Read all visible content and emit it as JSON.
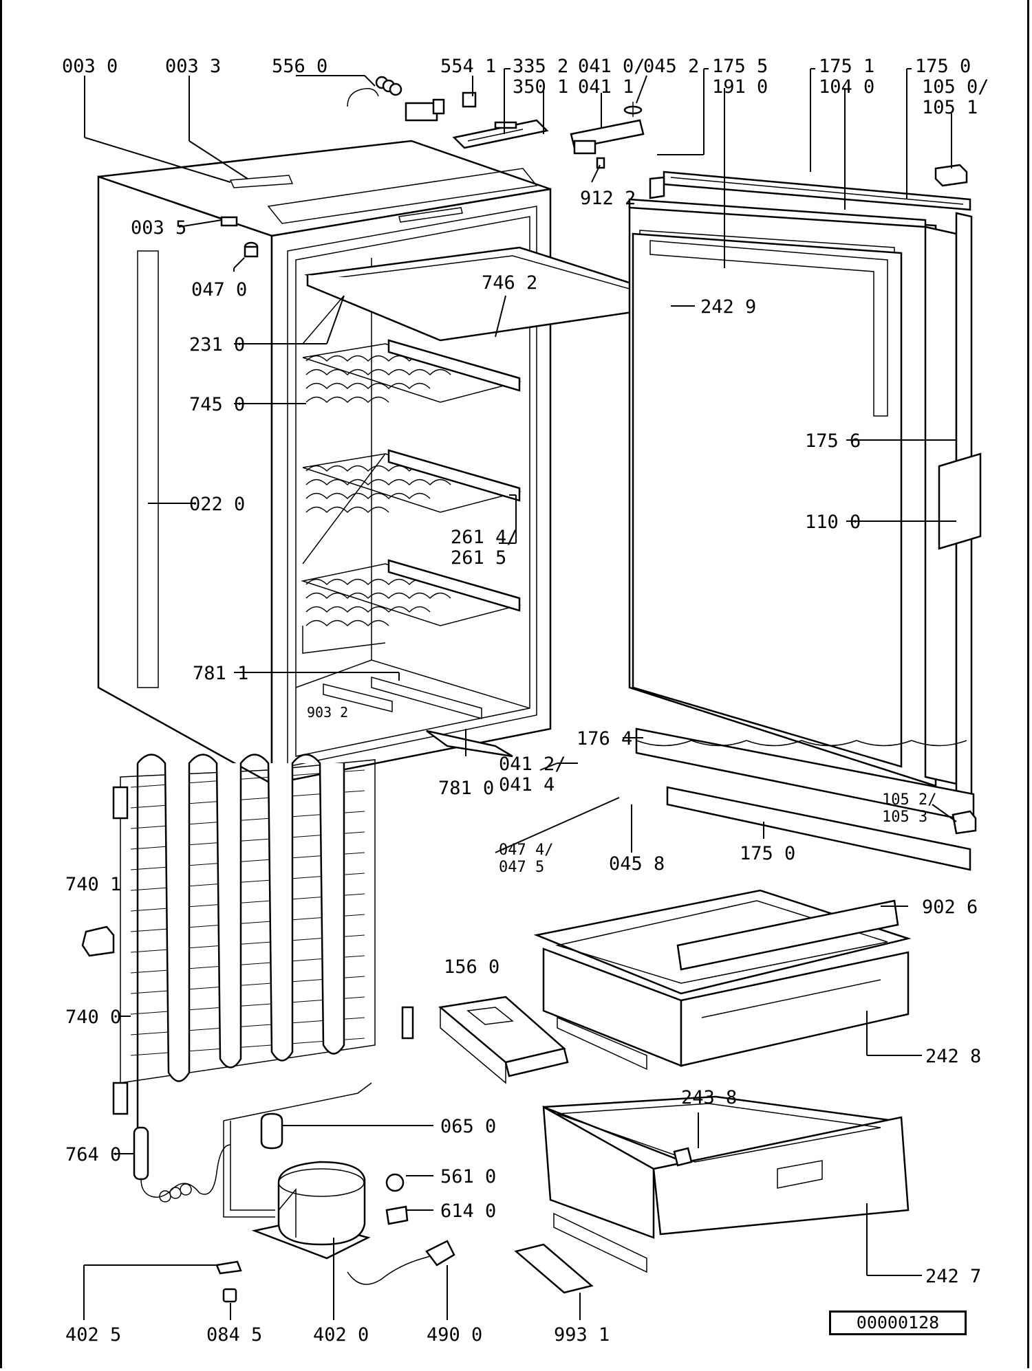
{
  "document_number": "00000128",
  "labels": [
    {
      "id": "003-0",
      "text": "003 0"
    },
    {
      "id": "003-3",
      "text": "003 3"
    },
    {
      "id": "556-0",
      "text": "556 0"
    },
    {
      "id": "554-1",
      "text": "554 1"
    },
    {
      "id": "335-2",
      "text": "335 2"
    },
    {
      "id": "350-1",
      "text": "350 1"
    },
    {
      "id": "041-0",
      "text": "041 0/"
    },
    {
      "id": "041-1",
      "text": "041 1"
    },
    {
      "id": "045-2",
      "text": "045 2"
    },
    {
      "id": "175-5",
      "text": "175 5"
    },
    {
      "id": "191-0",
      "text": "191 0"
    },
    {
      "id": "175-1",
      "text": "175 1"
    },
    {
      "id": "104-0",
      "text": "104 0"
    },
    {
      "id": "175-0-top",
      "text": "175 0"
    },
    {
      "id": "105-0",
      "text": "105 0/"
    },
    {
      "id": "105-1",
      "text": "105 1"
    },
    {
      "id": "912-2",
      "text": "912 2"
    },
    {
      "id": "003-5",
      "text": "003 5"
    },
    {
      "id": "047-0",
      "text": "047 0"
    },
    {
      "id": "746-2",
      "text": "746 2"
    },
    {
      "id": "242-9",
      "text": "242 9"
    },
    {
      "id": "231-0",
      "text": "231 0"
    },
    {
      "id": "745-0",
      "text": "745 0"
    },
    {
      "id": "175-6",
      "text": "175 6"
    },
    {
      "id": "022-0",
      "text": "022 0"
    },
    {
      "id": "110-0",
      "text": "110 0"
    },
    {
      "id": "261-4",
      "text": "261 4/"
    },
    {
      "id": "261-5",
      "text": "261 5"
    },
    {
      "id": "781-1",
      "text": "781 1"
    },
    {
      "id": "903-2",
      "text": "903 2"
    },
    {
      "id": "176-4",
      "text": "176 4"
    },
    {
      "id": "781-0",
      "text": "781 0"
    },
    {
      "id": "041-2",
      "text": "041 2/"
    },
    {
      "id": "041-4",
      "text": "041 4"
    },
    {
      "id": "105-2",
      "text": "105 2/"
    },
    {
      "id": "105-3",
      "text": "105 3"
    },
    {
      "id": "047-4",
      "text": "047 4/"
    },
    {
      "id": "047-5",
      "text": "047 5"
    },
    {
      "id": "045-8",
      "text": "045 8"
    },
    {
      "id": "175-0-bottom",
      "text": "175 0"
    },
    {
      "id": "740-1",
      "text": "740 1"
    },
    {
      "id": "902-6",
      "text": "902 6"
    },
    {
      "id": "156-0",
      "text": "156 0"
    },
    {
      "id": "740-0",
      "text": "740 0"
    },
    {
      "id": "242-8",
      "text": "242 8"
    },
    {
      "id": "243-8",
      "text": "243 8"
    },
    {
      "id": "065-0",
      "text": "065 0"
    },
    {
      "id": "764-0",
      "text": "764 0"
    },
    {
      "id": "561-0",
      "text": "561 0"
    },
    {
      "id": "614-0",
      "text": "614 0"
    },
    {
      "id": "242-7",
      "text": "242 7"
    },
    {
      "id": "402-5",
      "text": "402 5"
    },
    {
      "id": "084-5",
      "text": "084 5"
    },
    {
      "id": "402-0",
      "text": "402 0"
    },
    {
      "id": "490-0",
      "text": "490 0"
    },
    {
      "id": "993-1",
      "text": "993 1"
    }
  ]
}
